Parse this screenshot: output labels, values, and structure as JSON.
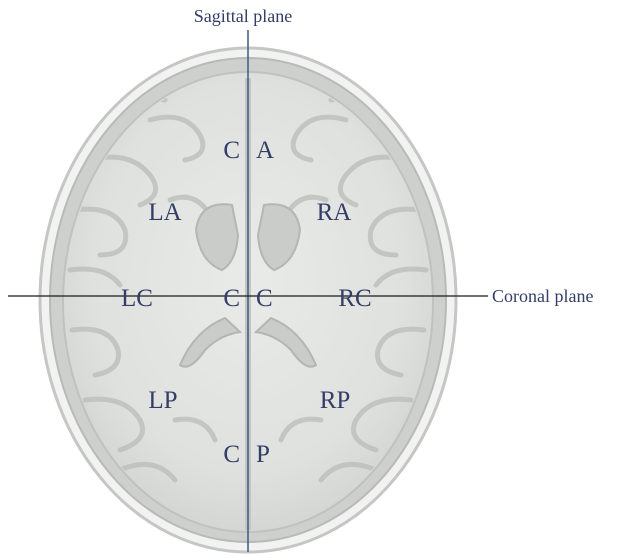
{
  "planes": {
    "sagittal": "Sagittal plane",
    "coronal": "Coronal plane"
  },
  "regions": {
    "central_anterior_left": "C",
    "central_anterior_right": "A",
    "left_anterior": "LA",
    "right_anterior": "RA",
    "left_central": "LC",
    "central_central_left": "C",
    "central_central_right": "C",
    "right_central": "RC",
    "left_posterior": "LP",
    "right_posterior": "RP",
    "central_posterior_left": "C",
    "central_posterior_right": "P"
  },
  "colors": {
    "text": "#333d66",
    "sagittal_line": "#3d5a80",
    "coronal_line": "#1a1a1a",
    "skull": "#c8cbc8",
    "brain_tissue": "#e4e6e4"
  }
}
